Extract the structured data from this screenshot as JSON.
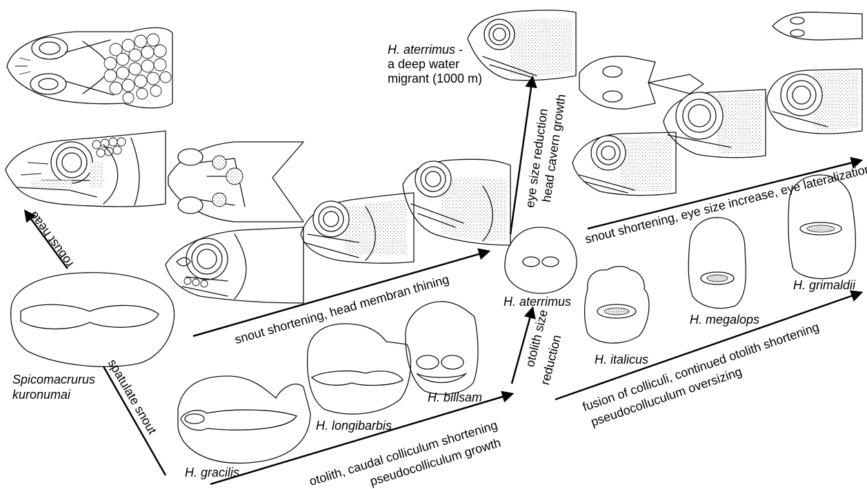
{
  "figure": {
    "labels": {
      "robust_head": "robust head",
      "spatulate_snout": "spatulate snout",
      "snout_shortening_membrane": "snout shortening, head membran thining",
      "otolith_caudal": "otolith, caudal colliculum shortening",
      "pseudocolliculum_growth": "pseudocolliculum growth",
      "otolith_size": "otolith size",
      "reduction": "reduction",
      "eye_size_reduction": "eye size reduction",
      "head_cavern_growth": "head cavern growth",
      "snout_eye": "snout shortening, eye size increase, eye lateralization",
      "fusion_colliculi": "fusion of colliculi, continued otolith shortening",
      "pseudocolluculum_oversizing": "pseudocolluculum oversizing"
    },
    "species": {
      "spicomacrurus_1": "Spicomacrurus",
      "spicomacrurus_2": "kuronumai",
      "gracilis": "H. gracilis",
      "longibarbis": "H. longibarbis",
      "billsam": "H. billsam",
      "aterrimus": "H. aterrimus",
      "italicus": "H. italicus",
      "megalops": "H. megalops",
      "grimaldii": "H. grimaldii"
    },
    "note": {
      "species": "H. aterrimus",
      "dash": " -",
      "line2": "a deep water",
      "line3": "migrant (1000 m)"
    }
  }
}
